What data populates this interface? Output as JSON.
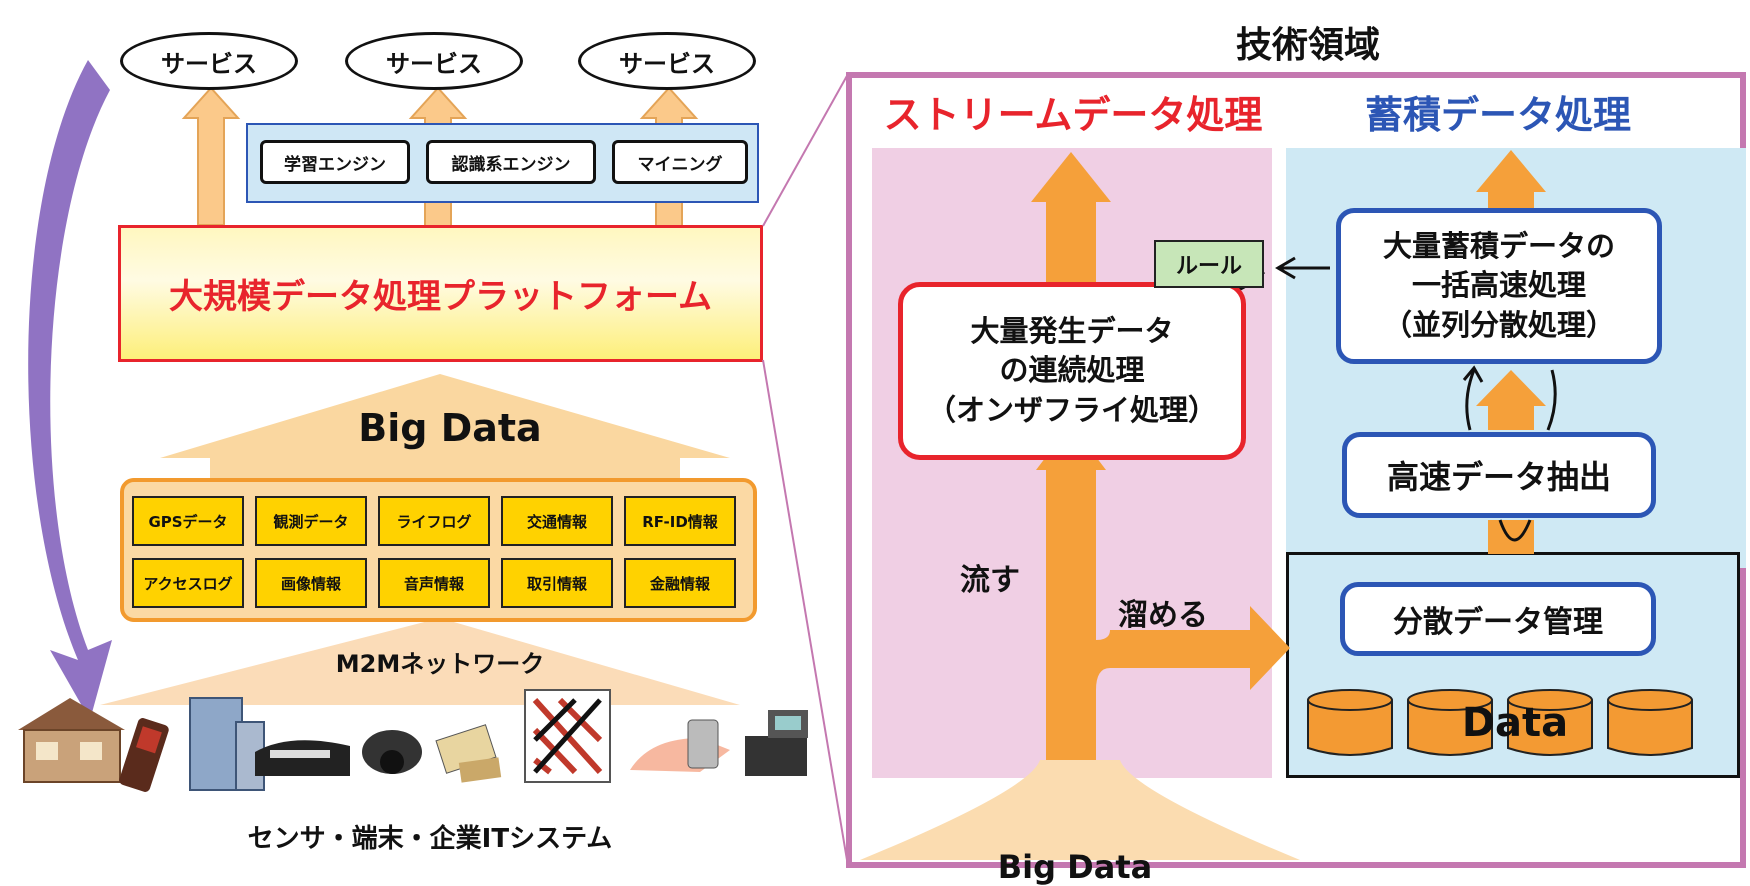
{
  "services": [
    "サービス",
    "サービス",
    "サービス"
  ],
  "engines": [
    "学習エンジン",
    "認識系エンジン",
    "マイニング"
  ],
  "platform_label": "大規模データ処理プラットフォーム",
  "big_data_label": "Big Data",
  "data_items": [
    "GPSデータ",
    "観測データ",
    "ライフログ",
    "交通情報",
    "RF-ID情報",
    "アクセスログ",
    "画像情報",
    "音声情報",
    "取引情報",
    "金融情報"
  ],
  "network_label": "M2Mネットワーク",
  "sensors_label": "センサ・端末・企業ITシステム",
  "tech_title": "技術領域",
  "stream": {
    "title": "ストリームデータ処理",
    "box_lines": [
      "大量発生データ",
      "の連続処理",
      "（オンザフライ処理）"
    ],
    "rule_label": "ルール",
    "flow_label": "流す",
    "store_label": "溜める"
  },
  "store": {
    "title": "蓄積データ処理",
    "batch_lines": [
      "大量蓄積データの",
      "一括高速処理",
      "（並列分散処理）"
    ],
    "extract_label": "高速データ抽出",
    "manage_label": "分散データ管理",
    "data_label": "Data"
  },
  "bottom_big_data_label": "Big Data",
  "colors": {
    "red": "#e8242c",
    "blue": "#2c56b5",
    "orange": "#f5a03a",
    "purple": "#7d5ab8",
    "frame": "#c478b0"
  }
}
